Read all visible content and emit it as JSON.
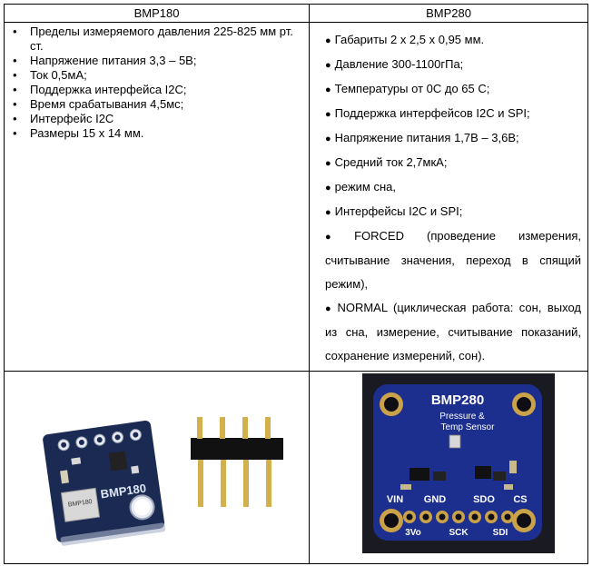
{
  "table": {
    "headers": [
      "BMP180",
      "BMP280"
    ],
    "bmp180_specs": [
      "Пределы измеряемого давления 225-825 мм рт. ст.",
      "Напряжение питания 3,3 – 5В;",
      "Ток 0,5мА;",
      "Поддержка интерфейса I2C;",
      "Время срабатывания 4,5мс;",
      "Интерфейс I2C",
      "Размеры 15 х 14 мм."
    ],
    "bmp280_specs": [
      "Габариты 2 х 2,5 х 0,95 мм.",
      "Давление 300-1100гПа;",
      "Температуры от 0С до 65 С;",
      "Поддержка интерфейсов I2C и SPI;",
      "Напряжение питания 1,7В – 3,6В;",
      "Средний ток 2,7мкА;",
      "режим сна,",
      "Интерфейсы I2C и SPI;",
      "FORCED (проведение измерения, считывание значения, переход в спящий режим),",
      "NORMAL (циклическая работа: сон, выход из сна, измерение, считывание показаний, сохранение измерений, сон)."
    ]
  },
  "board_bmp180": {
    "chip_text": "BMP180",
    "silk_label": "BMP180"
  },
  "board_bmp280": {
    "title": "BMP280",
    "subtitle1": "Pressure &",
    "subtitle2": "Temp Sensor",
    "pins_top": [
      "VIN",
      "GND",
      "SDO",
      "CS"
    ],
    "pins_bottom": [
      "3Vo",
      "SCK",
      "SDI"
    ]
  },
  "colors": {
    "board_blue": "#1c2f8e",
    "board_dark": "#1b2a52",
    "photo_bg": "#1a1a22",
    "gold": "#c9a24a"
  }
}
